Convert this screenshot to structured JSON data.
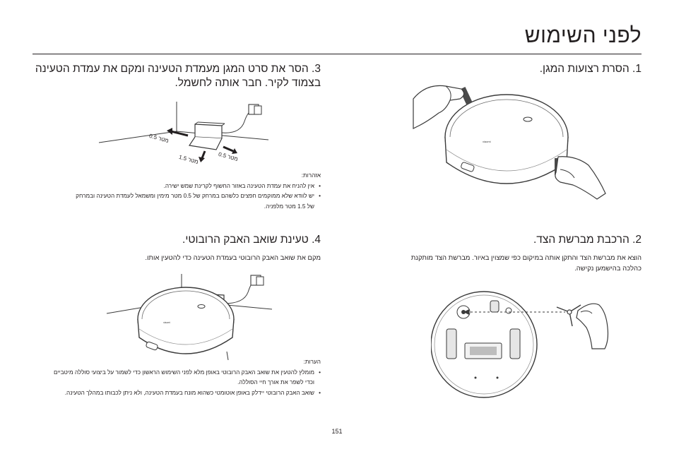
{
  "page": {
    "title": "לפני השימוש",
    "page_number": "151"
  },
  "sections": {
    "s1": {
      "heading": "1. הסרת רצועות המגן."
    },
    "s2": {
      "heading": "2. הרכבת מברשת הצד.",
      "line1": "הוצא את מברשת הצד והתקן אותה במיקום כפי שמצוין באיור. מברשת הצד מותקנת",
      "line2": "כהלכה בהישמען נקישה."
    },
    "s3": {
      "heading_line1": "3. הסר את סרט המגן מעמדת הטעינה ומקם את עמדת הטעינה",
      "heading_line2": "בצמוד לקיר. חבר אותה לחשמל.",
      "dim1": "0.5 מטר",
      "dim2": "0.5 מטר",
      "dim3": "1.5 מטר",
      "notes_title": "אזהרות:",
      "note1": "אין להניח את עמדת הטעינה באזור החשוף לקרינת שמש ישירה.",
      "note2_line1": "יש לוודא שלא ממוקמים חפצים כלשהם במרחק של 0.5 מטר מימין ומשמאל לעמדת הטעינה ובמרחק",
      "note2_line2": "של 1.5 מטר מלפניה."
    },
    "s4": {
      "heading": "4. טעינת שואב האבק הרובוטי.",
      "line1": "מקם את שואב האבק הרובוטי בעמדת הטעינה כדי להטעין אותו.",
      "notes_title": "הערות:",
      "note1_line1": "מומלץ להטעין את שואב האבק הרובוטי באופן מלא לפני השימוש הראשון כדי לשמור על ביצועי סוללה מיטביים",
      "note1_line2": "וכדי לשפר את אורך חיי הסוללה.",
      "note2": "שואב האבק הרובוטי יידלק באופן אוטומטי כשהוא מונח בעמדת הטעינה, ולא ניתן לכבותו במהלך הטעינה."
    }
  },
  "colors": {
    "ink": "#231f20",
    "line": "#3a3a3a"
  }
}
